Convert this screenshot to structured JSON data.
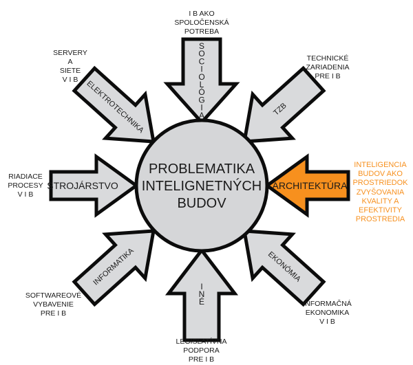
{
  "hub": {
    "lines": [
      "PROBLEMATIKA",
      "INTELIGNETNÝCH",
      "BUDOV"
    ],
    "fill": "#d5d6d8"
  },
  "colors": {
    "arrow_fill": "#d9dadc",
    "accent": "#f7901e",
    "stroke": "#0c0c0c",
    "text": "#1a1a1a"
  },
  "arrows": {
    "top": {
      "label": "SOCIOLÓGIA",
      "letters": [
        "S",
        "O",
        "C",
        "I",
        "O",
        "L",
        "Ó",
        "G",
        "I",
        "A"
      ],
      "note": "I B AKO\nSPOLOČENSKÁ\nPOTREBA"
    },
    "top_left": {
      "label": "ELEKTROTECHNIKA",
      "note": "SERVERY\nA\nSIETE\nV  I B"
    },
    "top_right": {
      "label": "TZB",
      "note": "TECHNICKÉ\nZARIADENIA\nPRE  I B"
    },
    "left": {
      "label": "STROJÁRSTVO",
      "note": "RIADIACE\nPROCESY\nV  I B"
    },
    "right": {
      "label": "ARCHITEKTÚRA",
      "note": "INTELIGENCIA\nBUDOV  AKO\nPROSTRIEDOK\nZVYŠOVANIA\nKVALITY A\nEFEKTIVITY\nPROSTREDIA",
      "highlighted": true
    },
    "bottom_left": {
      "label": "INFORMATIKA",
      "note": "SOFTWAREOVÉ\nVYBAVENIE\nPRE  I B"
    },
    "bottom": {
      "label": "INÉ",
      "letters": [
        "I",
        "N",
        "É"
      ],
      "note": "LEGISLATÍVNA\nPODPORA\nPRE  I B"
    },
    "bottom_right": {
      "label": "EKONÓMIA",
      "note": "INFORMAČNÁ\nEKONOMIKA\nV  I B"
    }
  }
}
